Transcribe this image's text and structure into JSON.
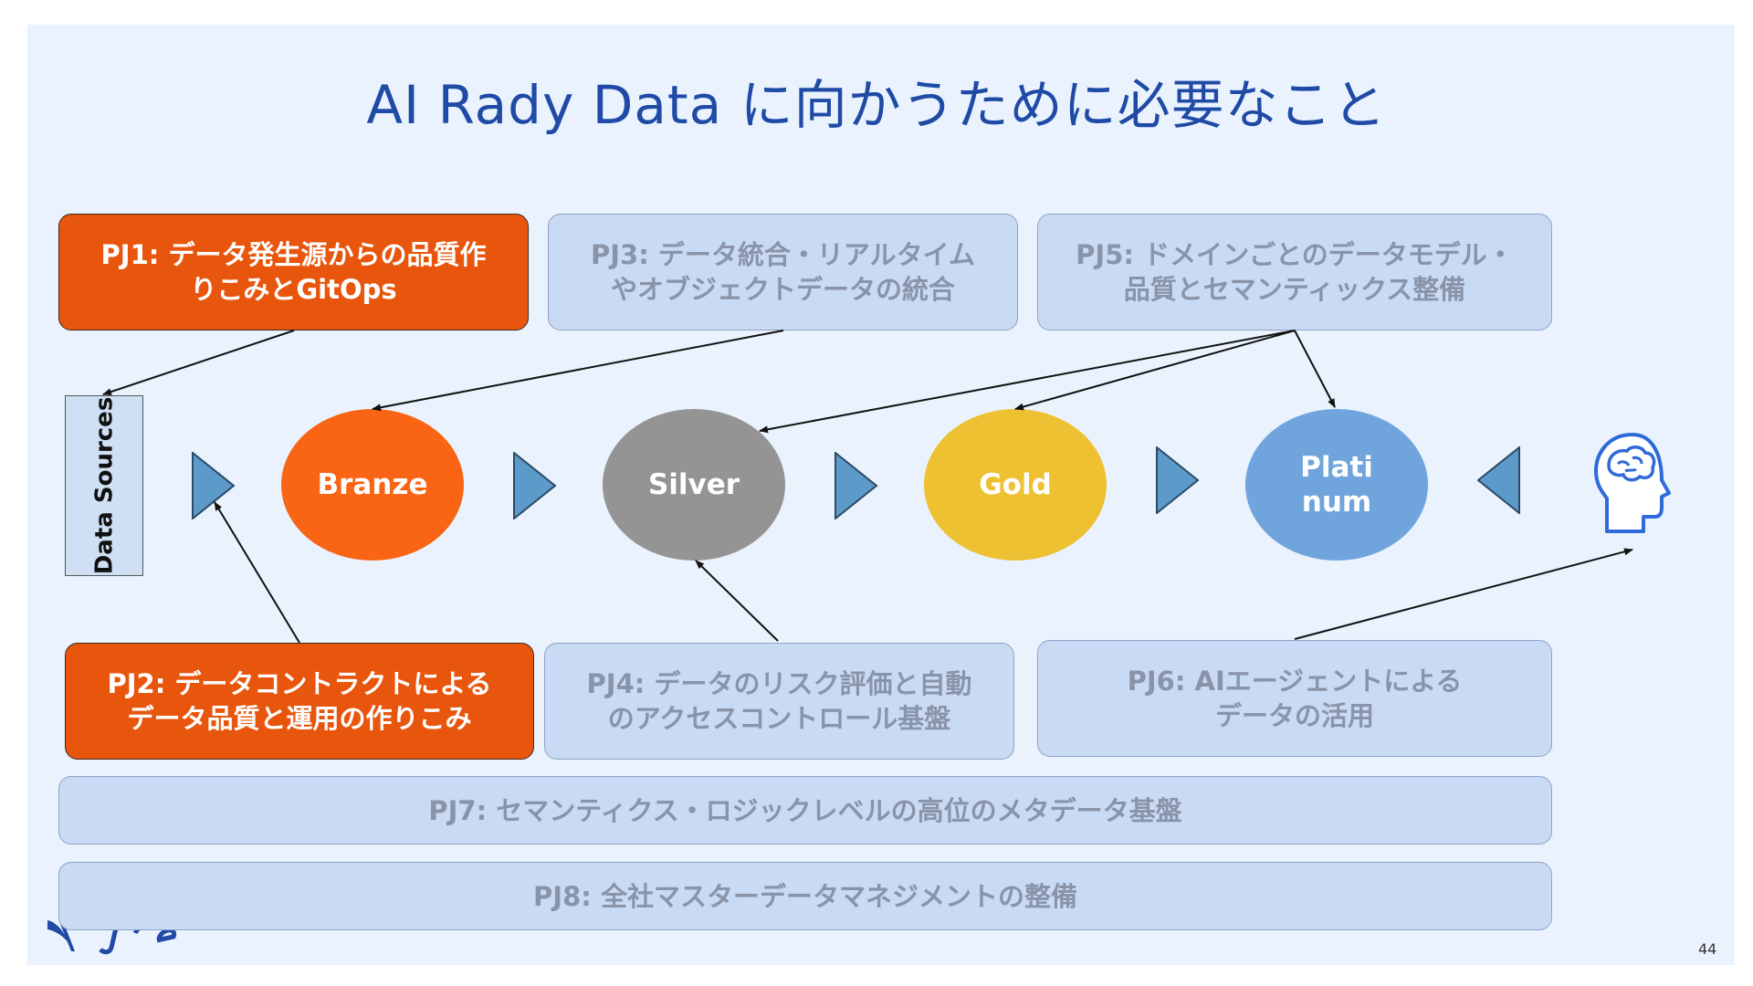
{
  "slide": {
    "title": "AI Rady Data に向かうために必要なこと",
    "page_number": "44"
  },
  "source": {
    "label": "Data Sources"
  },
  "nodes": [
    {
      "label": "Branze",
      "color": "#f96415"
    },
    {
      "label": "Silver",
      "color": "#949494"
    },
    {
      "label": "Gold",
      "color": "#eec132"
    },
    {
      "label": "Plati\nnum",
      "color": "#6fa5dc"
    }
  ],
  "projects": {
    "pj1": "PJ1: データ発生源からの品質作\nりこみとGitOps",
    "pj2": "PJ2: データコントラクトによる\nデータ品質と運用の作りこみ",
    "pj3": "PJ3: データ統合・リアルタイム\nやオブジェクトデータの統合",
    "pj4": "PJ4: データのリスク評価と自動\nのアクセスコントロール基盤",
    "pj5": "PJ5: ドメインごとのデータモデル・\n品質とセマンティックス整備",
    "pj6": "PJ6: AIエージェントによる\nデータの活用",
    "pj7": "PJ7: セマンティクス・ロジックレベルの高位のメタデータ基盤",
    "pj8": "PJ8: 全社マスターデータマネジメントの整備"
  },
  "colors": {
    "highlight": "#e8560d",
    "muted_box": "#c9daf5",
    "title": "#1f4aa6",
    "triangle": "#5b9ac9",
    "ai_icon": "#2f6ad8"
  },
  "icons": [
    "flow-triangle-icon",
    "ai-head-icon",
    "company-logo"
  ]
}
